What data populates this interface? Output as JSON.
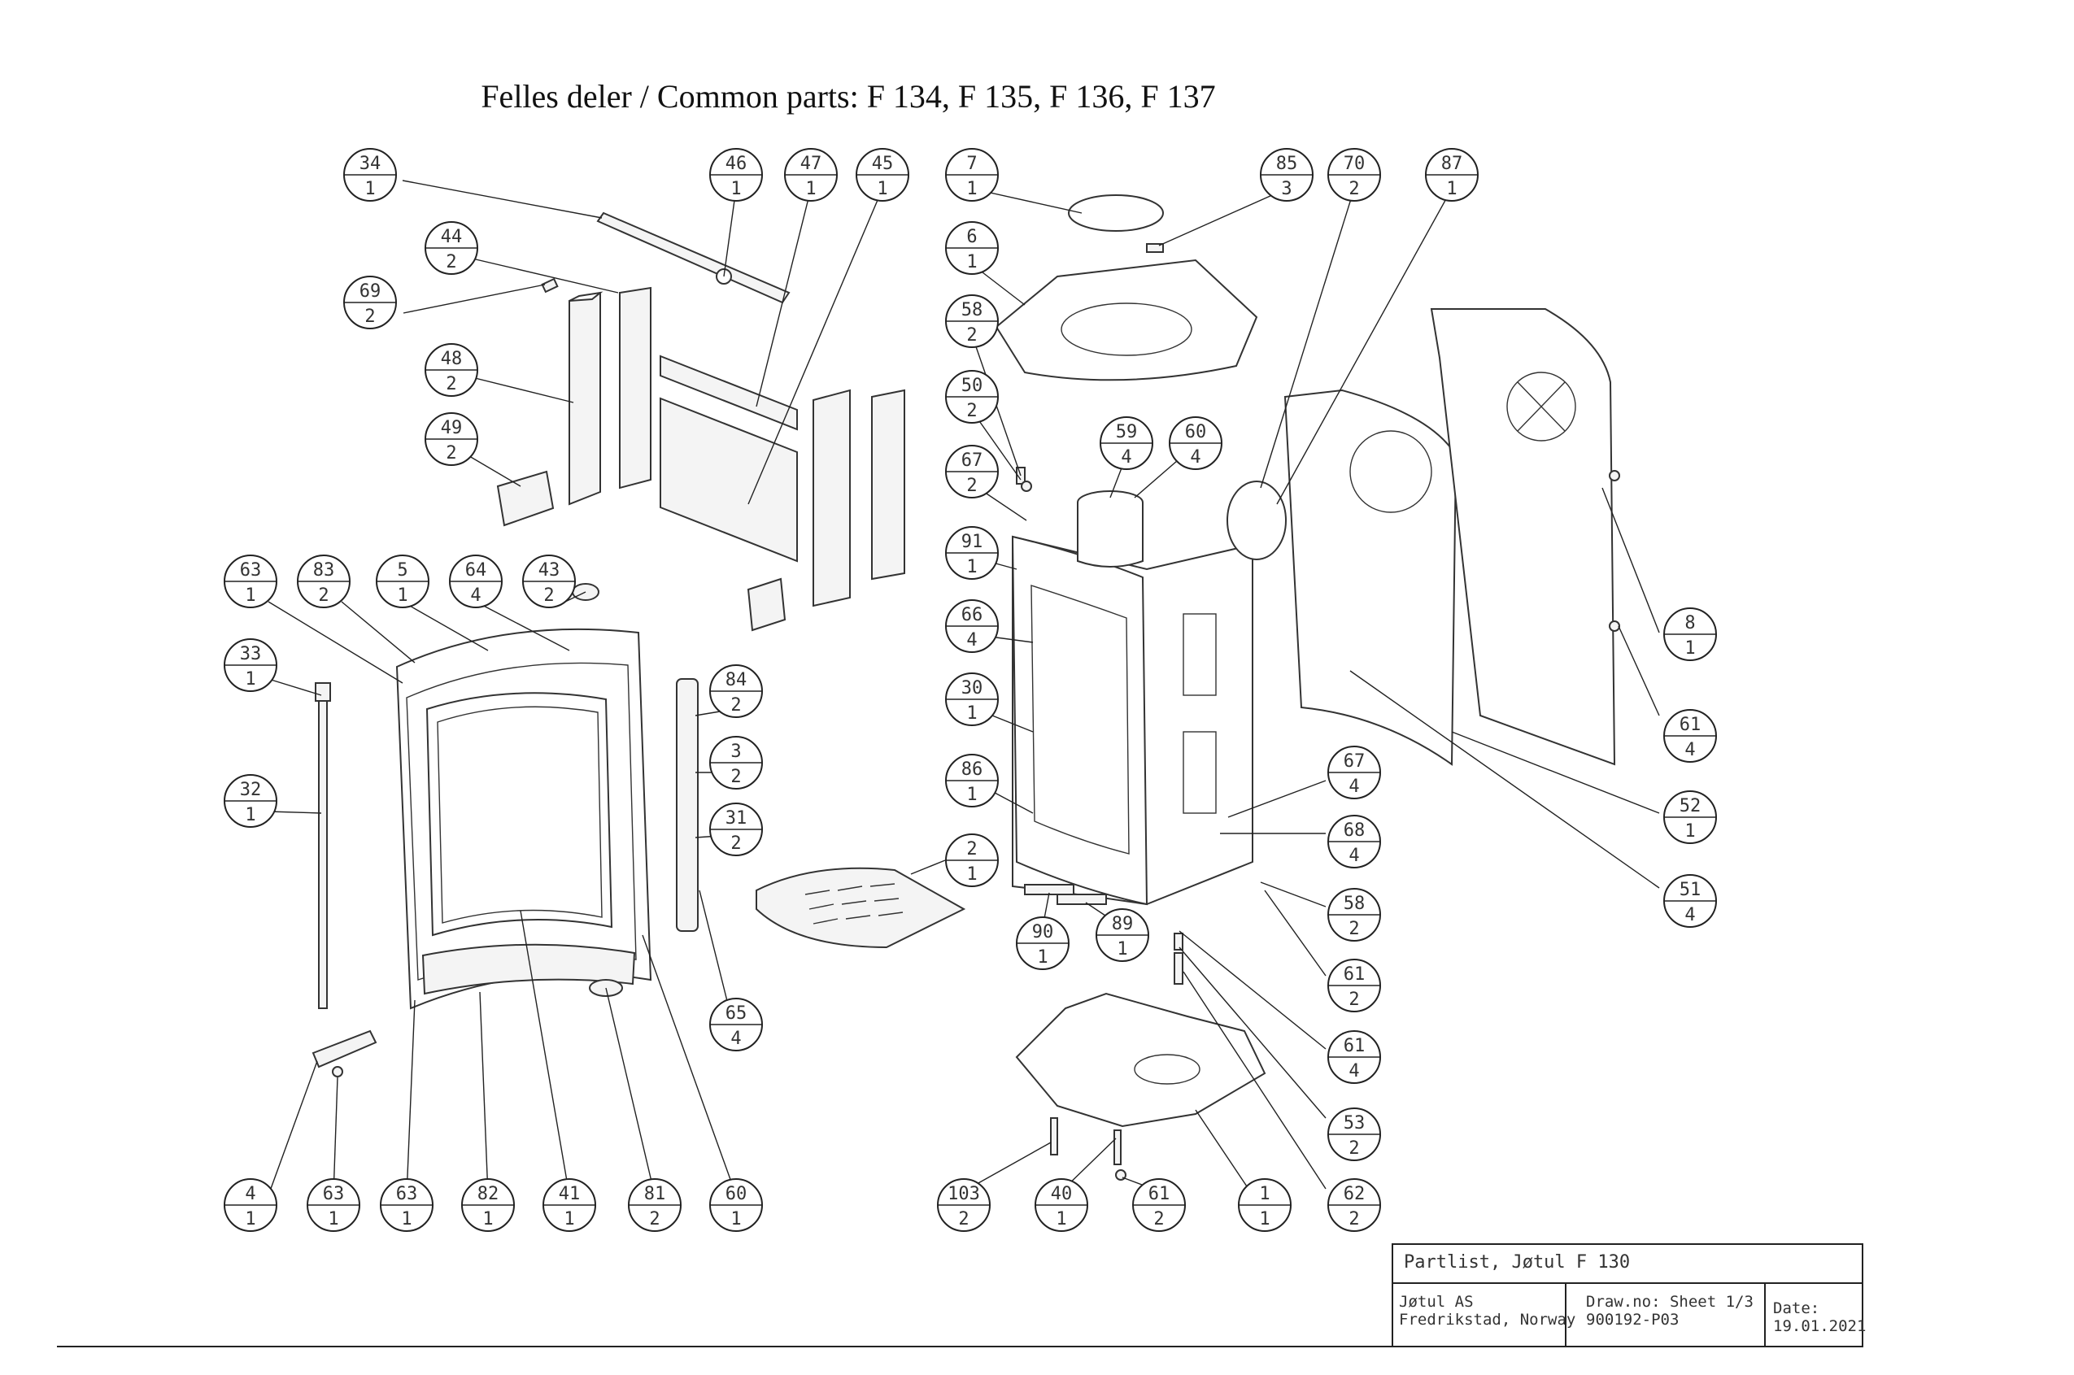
{
  "title": "Felles deler / Common parts: F 134, F 135, F 136, F 137",
  "callouts": [
    {
      "id": "34",
      "qty": "1"
    },
    {
      "id": "46",
      "qty": "1"
    },
    {
      "id": "47",
      "qty": "1"
    },
    {
      "id": "45",
      "qty": "1"
    },
    {
      "id": "44",
      "qty": "2"
    },
    {
      "id": "69",
      "qty": "2"
    },
    {
      "id": "48",
      "qty": "2"
    },
    {
      "id": "49",
      "qty": "2"
    },
    {
      "id": "7",
      "qty": "1"
    },
    {
      "id": "85",
      "qty": "3"
    },
    {
      "id": "70",
      "qty": "2"
    },
    {
      "id": "87",
      "qty": "1"
    },
    {
      "id": "6",
      "qty": "1"
    },
    {
      "id": "58",
      "qty": "2"
    },
    {
      "id": "50",
      "qty": "2"
    },
    {
      "id": "59",
      "qty": "4"
    },
    {
      "id": "60",
      "qty": "4"
    },
    {
      "id": "67",
      "qty": "2"
    },
    {
      "id": "91",
      "qty": "1"
    },
    {
      "id": "66",
      "qty": "4"
    },
    {
      "id": "30",
      "qty": "1"
    },
    {
      "id": "86",
      "qty": "1"
    },
    {
      "id": "2",
      "qty": "1"
    },
    {
      "id": "90",
      "qty": "1"
    },
    {
      "id": "89",
      "qty": "1"
    },
    {
      "id": "67",
      "qty": "4"
    },
    {
      "id": "68",
      "qty": "4"
    },
    {
      "id": "58",
      "qty": "2"
    },
    {
      "id": "61",
      "qty": "2"
    },
    {
      "id": "61",
      "qty": "4"
    },
    {
      "id": "53",
      "qty": "2"
    },
    {
      "id": "62",
      "qty": "2"
    },
    {
      "id": "1",
      "qty": "1"
    },
    {
      "id": "61",
      "qty": "2"
    },
    {
      "id": "40",
      "qty": "1"
    },
    {
      "id": "103",
      "qty": "2"
    },
    {
      "id": "8",
      "qty": "1"
    },
    {
      "id": "61",
      "qty": "4"
    },
    {
      "id": "52",
      "qty": "1"
    },
    {
      "id": "51",
      "qty": "4"
    },
    {
      "id": "63",
      "qty": "1"
    },
    {
      "id": "83",
      "qty": "2"
    },
    {
      "id": "5",
      "qty": "1"
    },
    {
      "id": "64",
      "qty": "4"
    },
    {
      "id": "43",
      "qty": "2"
    },
    {
      "id": "33",
      "qty": "1"
    },
    {
      "id": "84",
      "qty": "2"
    },
    {
      "id": "3",
      "qty": "2"
    },
    {
      "id": "31",
      "qty": "2"
    },
    {
      "id": "32",
      "qty": "1"
    },
    {
      "id": "65",
      "qty": "4"
    },
    {
      "id": "4",
      "qty": "1"
    },
    {
      "id": "63",
      "qty": "1"
    },
    {
      "id": "63",
      "qty": "1"
    },
    {
      "id": "82",
      "qty": "1"
    },
    {
      "id": "41",
      "qty": "1"
    },
    {
      "id": "81",
      "qty": "2"
    },
    {
      "id": "60",
      "qty": "1"
    }
  ],
  "title_block": {
    "heading": "Partlist, Jøtul F 130",
    "company_line1": "Jøtul AS",
    "company_line2": "Fredrikstad, Norway",
    "drawno_line1": "Draw.no: Sheet 1/3",
    "drawno_line2": "900192-P03",
    "date_label": "Date:",
    "date_value": "19.01.2021"
  }
}
